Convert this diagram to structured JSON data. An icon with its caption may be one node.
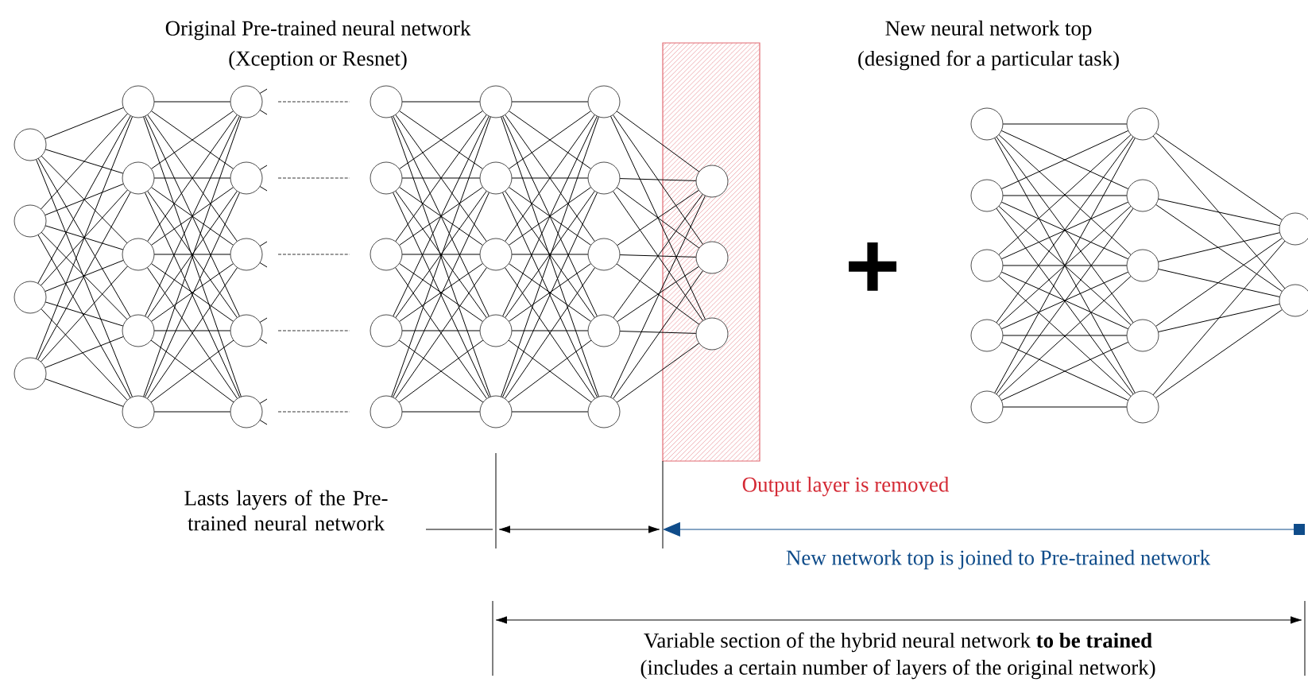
{
  "diagram": {
    "nodes": [
      {
        "text": [],
        "shape": "box"
      }
    ],
    "labels": [
      "Original Pre-trained neural network",
      "(Xception or Resnet)",
      "New neural network top",
      "(designed for a particular task)",
      "+",
      "Lasts layers of the Pre-trained neural network",
      "Output layer is removed",
      "New network top is joined to Pre-trained network",
      "Variable section of the hybrid neural network **to be trained**",
      "(includes a certain number of layers of the original network)"
    ]
  }
}
